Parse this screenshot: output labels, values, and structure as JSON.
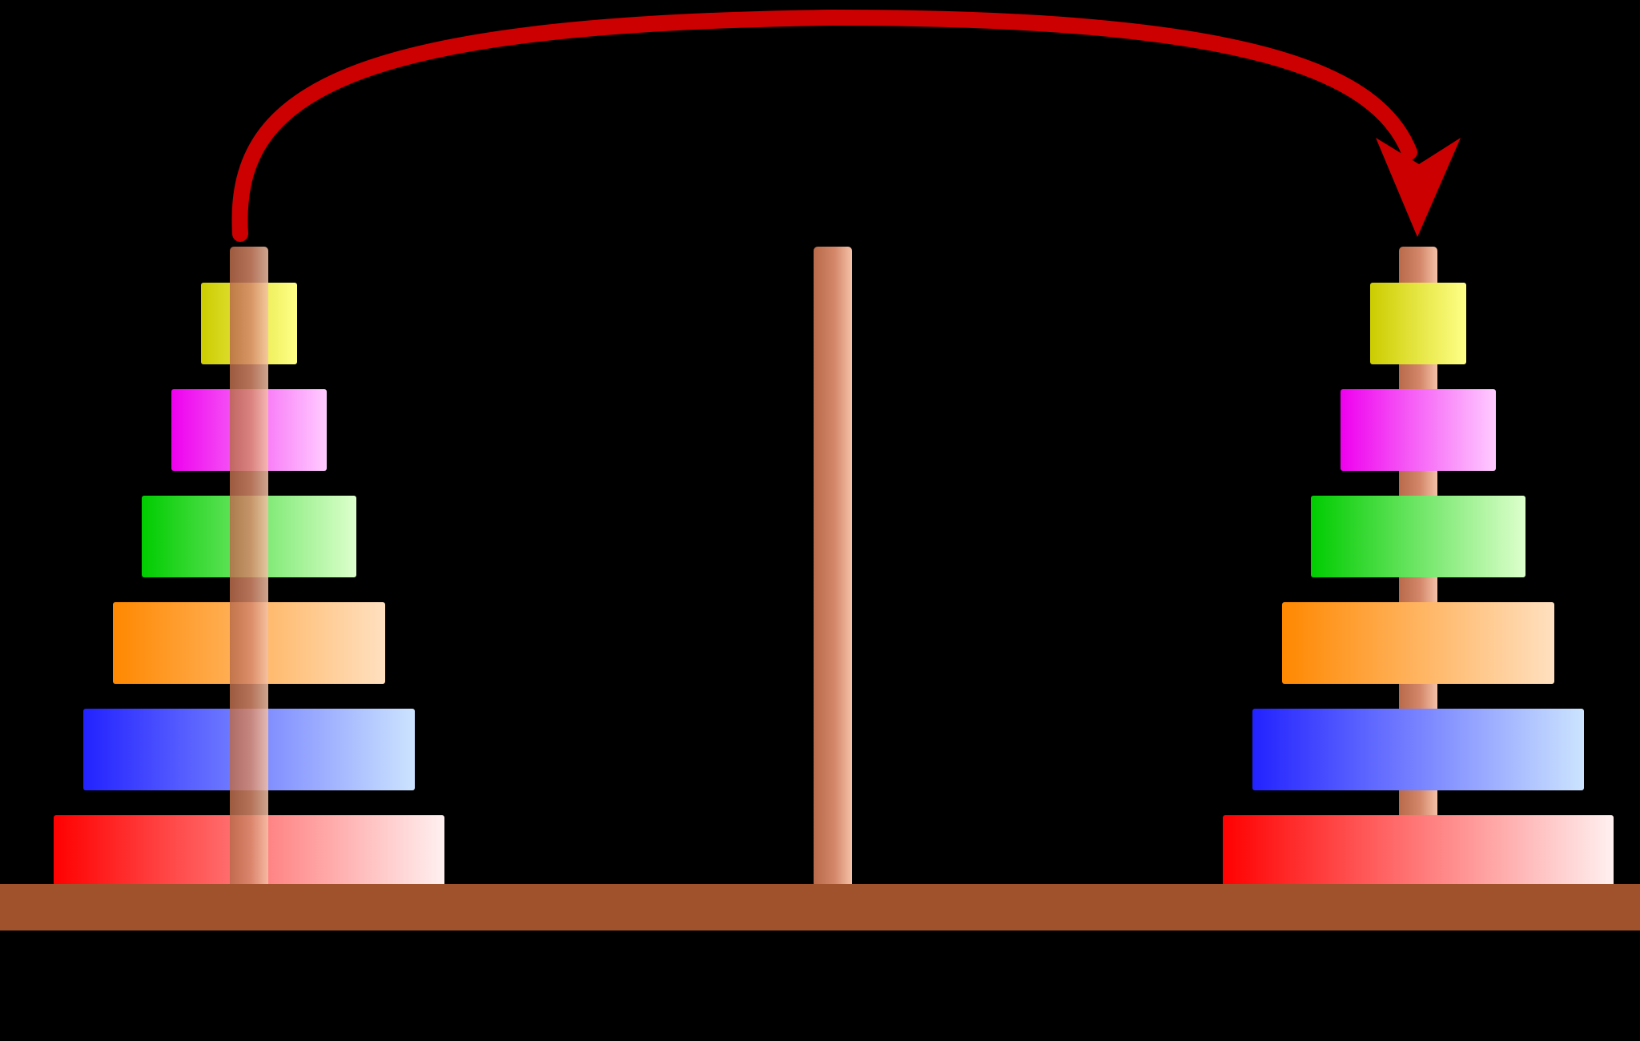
{
  "diagram": {
    "background_color": "#000000",
    "base_color": "#a0522d",
    "peg_color": "#d4876a",
    "arrow_color": "#cc0000",
    "pegs": [
      {
        "id": "left",
        "disks": 6
      },
      {
        "id": "middle",
        "disks": 0
      },
      {
        "id": "right",
        "disks": 6
      }
    ],
    "disks": [
      {
        "size": 1,
        "color_from": "#cccc00",
        "color_to": "#ffff88"
      },
      {
        "size": 2,
        "color_from": "#ee00ee",
        "color_to": "#ffccff"
      },
      {
        "size": 3,
        "color_from": "#00cc00",
        "color_to": "#ddffcc"
      },
      {
        "size": 4,
        "color_from": "#ff8800",
        "color_to": "#ffe0c0"
      },
      {
        "size": 5,
        "color_from": "#2222ff",
        "color_to": "#cce4ff"
      },
      {
        "size": 6,
        "color_from": "#ff0000",
        "color_to": "#fff0f0"
      }
    ],
    "left_peg_transparent_disks": true,
    "arrow": {
      "from": "left",
      "to": "right"
    }
  }
}
